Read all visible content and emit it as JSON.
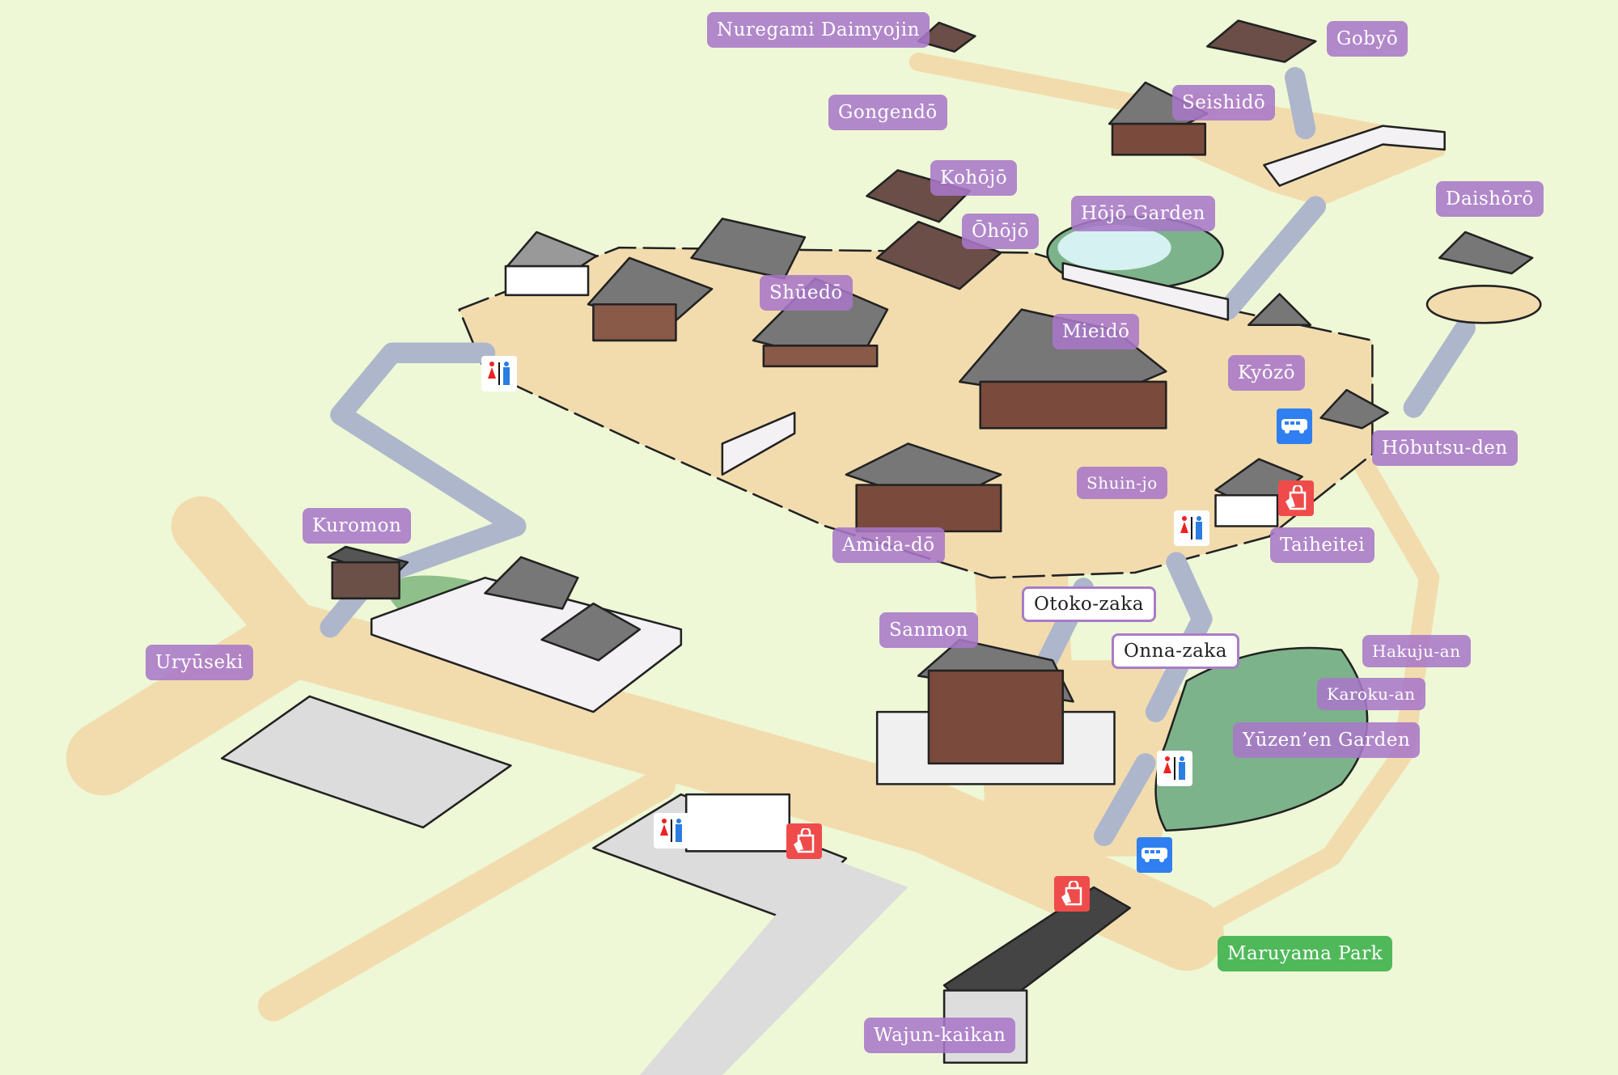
{
  "labels": [
    {
      "text": "Nuregami Daimyojin",
      "kind": "site"
    },
    {
      "text": "Gobyō",
      "kind": "site"
    },
    {
      "text": "Gongendō",
      "kind": "site"
    },
    {
      "text": "Seishidō",
      "kind": "site"
    },
    {
      "text": "Kohōjō",
      "kind": "site"
    },
    {
      "text": "Hōjō Garden",
      "kind": "site"
    },
    {
      "text": "Ōhōjō",
      "kind": "site"
    },
    {
      "text": "Daishōrō",
      "kind": "site"
    },
    {
      "text": "Shūedō",
      "kind": "site"
    },
    {
      "text": "Mieidō",
      "kind": "site"
    },
    {
      "text": "Kyōzō",
      "kind": "site"
    },
    {
      "text": "Hōbutsu-den",
      "kind": "site"
    },
    {
      "text": "Shuin-jo",
      "kind": "site"
    },
    {
      "text": "Taiheitei",
      "kind": "site"
    },
    {
      "text": "Kuromon",
      "kind": "site"
    },
    {
      "text": "Amida-dō",
      "kind": "site"
    },
    {
      "text": "Otoko-zaka",
      "kind": "slope"
    },
    {
      "text": "Onna-zaka",
      "kind": "slope"
    },
    {
      "text": "Sanmon",
      "kind": "site"
    },
    {
      "text": "Hakuju-an",
      "kind": "site"
    },
    {
      "text": "Karoku-an",
      "kind": "site"
    },
    {
      "text": "Yūzen’en Garden",
      "kind": "site"
    },
    {
      "text": "Uryūseki",
      "kind": "site"
    },
    {
      "text": "Maruyama Park",
      "kind": "park"
    },
    {
      "text": "Wajun-kaikan",
      "kind": "site"
    }
  ],
  "icons": {
    "restroom": "restroom-icon",
    "bus": "bus-stop-icon",
    "shop": "shop-icon"
  },
  "colors": {
    "background": "#eef8d6",
    "road": "#f2dcae",
    "label": "#a878c8",
    "park_label": "#4fb95a",
    "bus": "#2f7ff0",
    "shop": "#ef4b4b"
  }
}
